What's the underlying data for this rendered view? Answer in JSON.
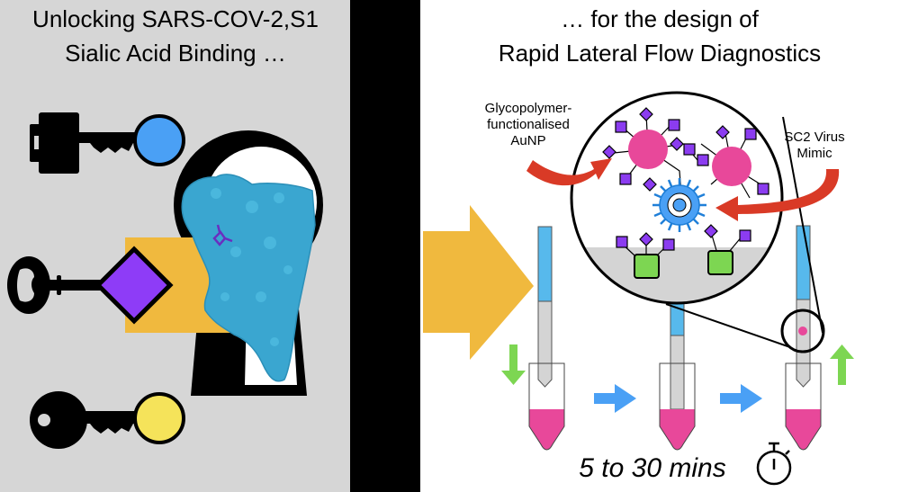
{
  "left_panel": {
    "title_line1": "Unlocking SARS-COV-2,S1",
    "title_line2": "Sialic Acid Binding …"
  },
  "right_panel": {
    "title_line1": "… for the design of",
    "title_line2": "Rapid Lateral Flow Diagnostics",
    "label_aunp": [
      "Glycopolymer-",
      "functionalised",
      "AuNP"
    ],
    "label_virus": [
      "SC2 Virus",
      "Mimic"
    ],
    "time_text": "5 to 30 mins"
  },
  "colors": {
    "panel_gray": "#d6d6d6",
    "divider": "#000000",
    "orange": "#f0b93e",
    "blue_key": "#4aa0f5",
    "purple": "#8e3cf7",
    "yellow": "#f5e35a",
    "protein": "#3aa6d0",
    "pink": "#e8489a",
    "green": "#7dd652",
    "red_arrow": "#d93a26",
    "strip_blue": "#57b9ec"
  }
}
